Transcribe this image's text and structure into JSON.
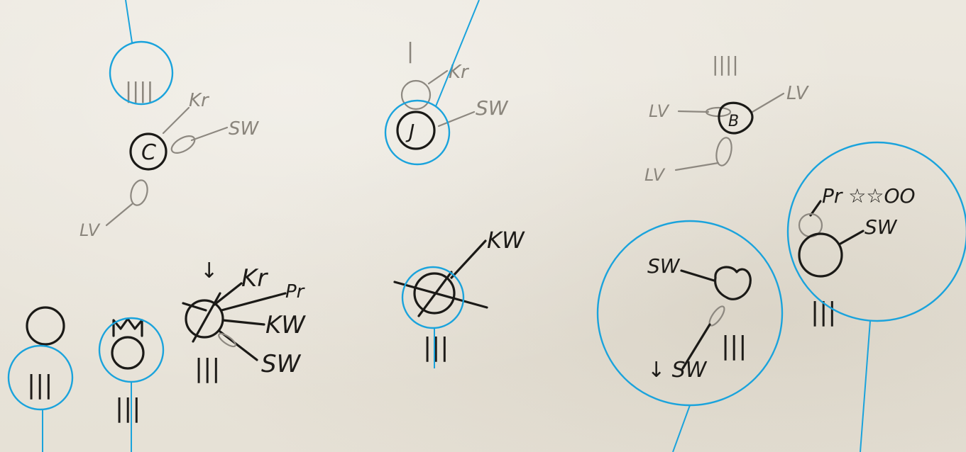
{
  "labels": {
    "c_token": "C",
    "j_token": "J",
    "b_token": "B",
    "kr": "Kr",
    "sw": "SW",
    "lv": "LV",
    "kw": "KW",
    "pr": "Pr",
    "pr_eyes": "Pr ☆☆OO",
    "down_sw": "↓ SW",
    "tally_4": "||||",
    "tally_3": "|||",
    "tally_1": "|",
    "arrow_down": "↓"
  },
  "colors": {
    "callout": "#1aa3dc",
    "ink": "#1b1a17",
    "pencil": "#8d8880",
    "paper": "#e9e4d9"
  }
}
